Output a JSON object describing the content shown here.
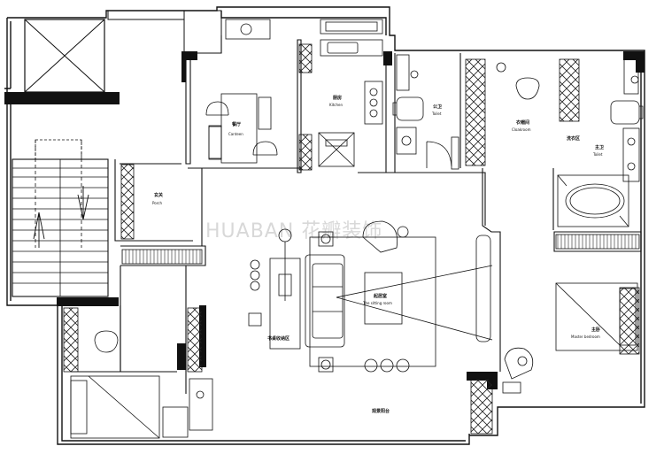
{
  "watermark": "HUABAN 花瓣装饰",
  "rooms": {
    "canteen": {
      "name_cn": "餐厅",
      "name_en": "Canteen"
    },
    "kitchen": {
      "name_cn": "厨房",
      "name_en": "Kitchen"
    },
    "toilet_a": {
      "name_cn": "公卫",
      "name_en": "Toilet"
    },
    "cloakroom": {
      "name_cn": "衣帽间",
      "name_en": "Cloakroom"
    },
    "toilet_b": {
      "name_cn": "主卫",
      "name_en": "Toilet"
    },
    "wash_area": {
      "name_cn": "洗衣区"
    },
    "porch": {
      "name_cn": "玄关",
      "name_en": "Porch"
    },
    "sitting_room": {
      "name_cn": "起居室",
      "name_en": "The sitting room"
    },
    "study": {
      "name_cn": "书桌收纳区"
    },
    "master_bedroom": {
      "name_cn": "主卧",
      "name_en": "Master bedroom"
    },
    "balcony": {
      "name_cn": "观景阳台"
    }
  }
}
